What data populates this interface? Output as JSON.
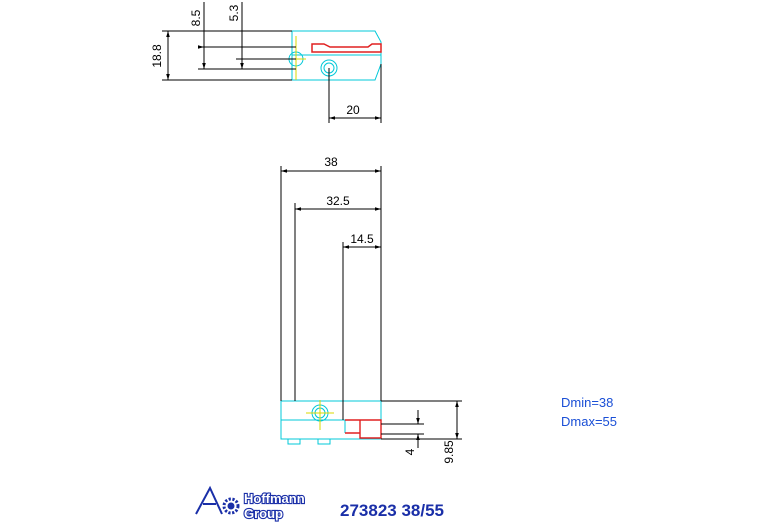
{
  "top_view": {
    "dims": {
      "d_18_8": "18.8",
      "d_8_5": "8.5",
      "d_5_3": "5.3",
      "d_20": "20"
    }
  },
  "front_view": {
    "dims": {
      "d_38": "38",
      "d_32_5": "32.5",
      "d_14_5": "14.5",
      "d_4": "4",
      "d_9_85": "9.85"
    }
  },
  "notes": {
    "dmin": "Dmin=38",
    "dmax": "Dmax=55"
  },
  "logo": {
    "line1": "Hoffmann",
    "line2": "Group"
  },
  "part_number": "273823 38/55",
  "colors": {
    "dimension": "#000000",
    "outline": "#00c8d8",
    "insert": "#e02020",
    "centerline": "#d8d800",
    "text_blue": "#1a4fd6",
    "brand_blue": "#1a2fa8"
  }
}
